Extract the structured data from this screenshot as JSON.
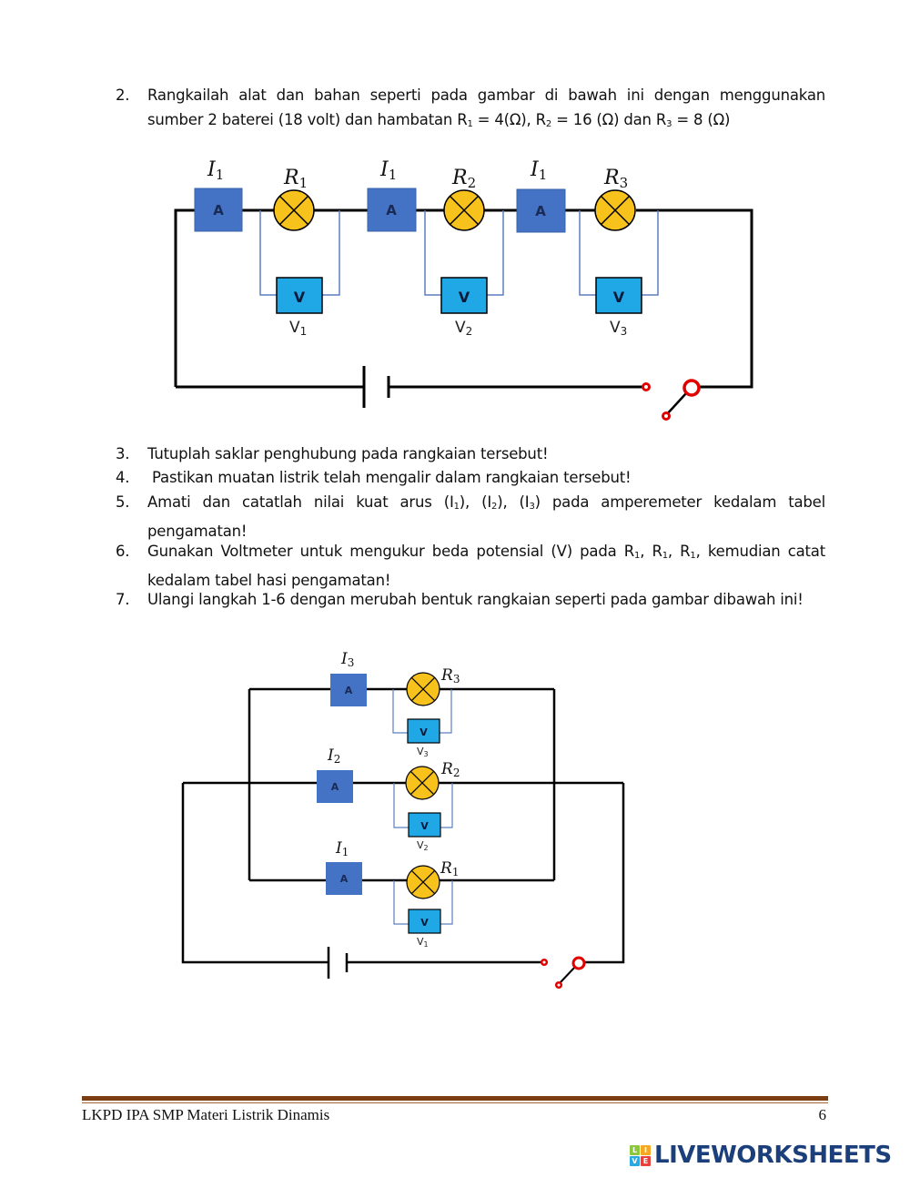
{
  "instructions": {
    "step2": {
      "number": "2.",
      "text_a": "Rangkailah alat dan bahan seperti pada gambar di bawah ini dengan menggunakan sumber 2 baterei (18 volt) dan hambatan R",
      "sub1": "1",
      "text_b": " = 4(Ω), R",
      "sub2": "2",
      "text_c": " = 16 (Ω) dan R",
      "sub3": "3",
      "text_d": " = 8 (Ω)"
    },
    "step3": {
      "number": "3.",
      "text": "Tutuplah saklar penghubung pada rangkaian tersebut!"
    },
    "step4": {
      "number": "4.",
      "text": " Pastikan muatan listrik telah mengalir dalam rangkaian tersebut!"
    },
    "step5": {
      "number": "5.",
      "text_a": "Amati dan catatlah nilai kuat arus (I",
      "sub1": "1",
      "text_b": "), (I",
      "sub2": "2",
      "text_c": "), (I",
      "sub3": "3",
      "text_d": ") pada amperemeter kedalam tabel pengamatan!"
    },
    "step6": {
      "number": "6.",
      "text_a": "Gunakan Voltmeter untuk mengukur beda potensial (V) pada R",
      "sub1": "1",
      "text_b": ", R",
      "sub2": "1",
      "text_c": ", R",
      "sub3": "1",
      "text_d": ", kemudian catat kedalam tabel hasi pengamatan!"
    },
    "step7": {
      "number": "7.",
      "text": "Ulangi langkah 1-6 dengan merubah bentuk rangkaian seperti pada gambar dibawah ini!"
    }
  },
  "series_circuit": {
    "ammeter_symbol": "A",
    "voltmeter_symbol": "V",
    "current_labels": [
      {
        "base": "I",
        "sub": "1"
      },
      {
        "base": "I",
        "sub": "1"
      },
      {
        "base": "I",
        "sub": "1"
      }
    ],
    "resistor_labels": [
      {
        "base": "R",
        "sub": "1"
      },
      {
        "base": "R",
        "sub": "2"
      },
      {
        "base": "R",
        "sub": "3"
      }
    ],
    "voltmeter_labels": [
      {
        "base": "V",
        "sub": "1"
      },
      {
        "base": "V",
        "sub": "2"
      },
      {
        "base": "V",
        "sub": "3"
      }
    ]
  },
  "parallel_circuit": {
    "ammeter_symbol": "A",
    "voltmeter_symbol": "V",
    "current_labels": [
      {
        "base": "I",
        "sub": "3"
      },
      {
        "base": "I",
        "sub": "2"
      },
      {
        "base": "I",
        "sub": "1"
      }
    ],
    "resistor_labels": [
      {
        "base": "R",
        "sub": "3"
      },
      {
        "base": "R",
        "sub": "2"
      },
      {
        "base": "R",
        "sub": "1"
      }
    ],
    "voltmeter_labels": [
      {
        "base": "V",
        "sub": "3"
      },
      {
        "base": "V",
        "sub": "2"
      },
      {
        "base": "V",
        "sub": "1"
      }
    ]
  },
  "colors": {
    "wire": "#000000",
    "ammeter_fill": "#4472c4",
    "voltmeter_fill": "#1fa7e6",
    "lamp_fill": "#f7c21b",
    "meter_lead": "#5b7fc0",
    "switch": "#e00000",
    "footer_rule": "#7a3e12",
    "brand": "#1b3f7a"
  },
  "footer": {
    "left_text": "LKPD IPA SMP Materi Listrik Dinamis",
    "page_number": "6"
  },
  "branding": {
    "logo_letters": [
      "L",
      "I",
      "V",
      "E"
    ],
    "logo_colors": [
      "#8dc63f",
      "#f7a823",
      "#29a9e0",
      "#e8413c"
    ],
    "logo_text": "LIVEWORKSHEETS"
  }
}
